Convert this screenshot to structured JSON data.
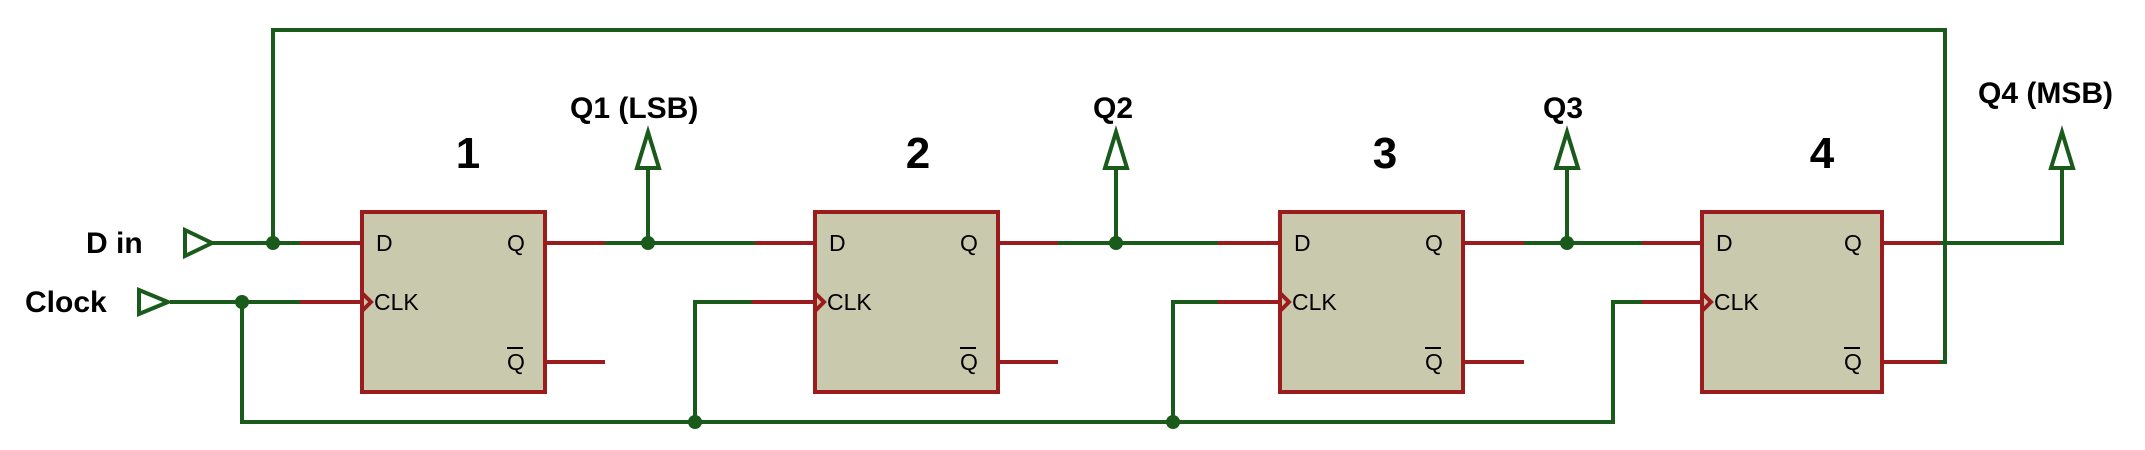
{
  "inputs": {
    "d_in": "D in",
    "clock": "Clock"
  },
  "outputs": {
    "q1": "Q1 (LSB)",
    "q2": "Q2",
    "q3": "Q3",
    "q4": "Q4 (MSB)"
  },
  "flipflops": [
    {
      "number": "1",
      "pin_d": "D",
      "pin_clk": "CLK",
      "pin_q": "Q",
      "pin_qbar": "Q"
    },
    {
      "number": "2",
      "pin_d": "D",
      "pin_clk": "CLK",
      "pin_q": "Q",
      "pin_qbar": "Q"
    },
    {
      "number": "3",
      "pin_d": "D",
      "pin_clk": "CLK",
      "pin_q": "Q",
      "pin_qbar": "Q"
    },
    {
      "number": "4",
      "pin_d": "D",
      "pin_clk": "CLK",
      "pin_q": "Q",
      "pin_qbar": "Q"
    }
  ],
  "colors": {
    "wire": "#1a5a1a",
    "pin": "#9b1c1c",
    "body": "#c9c9ae"
  }
}
